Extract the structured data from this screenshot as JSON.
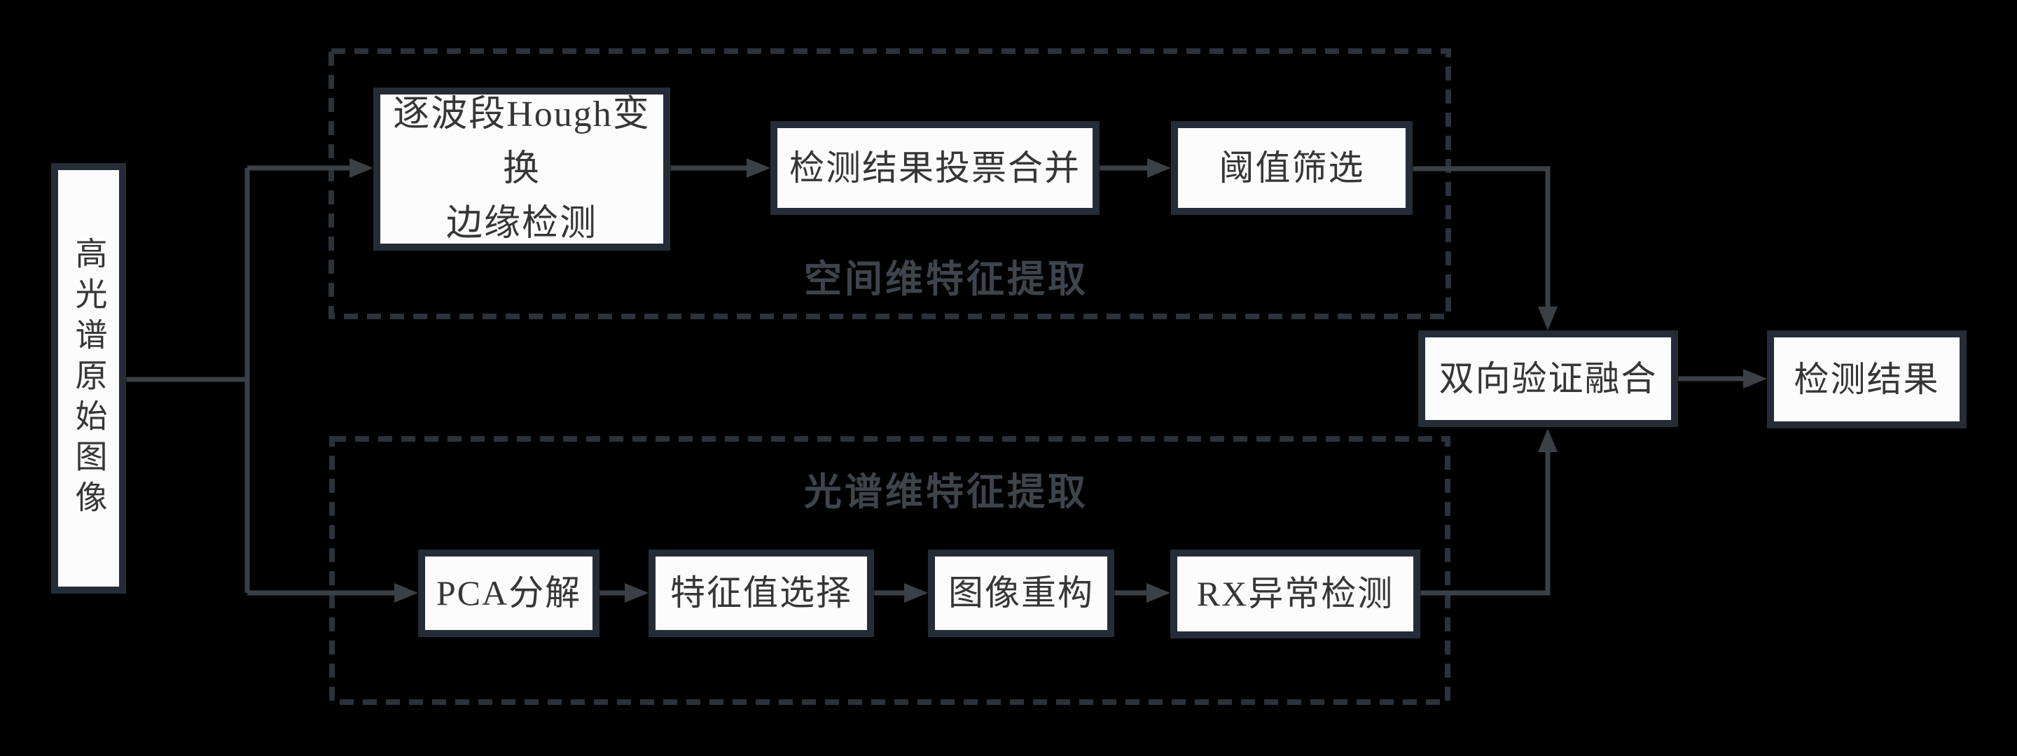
{
  "diagram": {
    "source": {
      "label": "高光谱原始图像"
    },
    "spatial_branch": {
      "title": "空间维特征提取",
      "steps": [
        {
          "lines": [
            "逐波段Hough变换",
            "边缘检测"
          ]
        },
        {
          "label": "检测结果投票合并"
        },
        {
          "label": "阈值筛选"
        }
      ]
    },
    "spectral_branch": {
      "title": "光谱维特征提取",
      "steps": [
        {
          "label": "PCA分解"
        },
        {
          "label": "特征值选择"
        },
        {
          "label": "图像重构"
        },
        {
          "label": "RX异常检测"
        }
      ]
    },
    "fusion": {
      "label": "双向验证融合"
    },
    "result": {
      "label": "检测结果"
    }
  },
  "colors": {
    "background": "#000000",
    "node_fill": "#fcfcfc",
    "node_border": "#242c37",
    "node_text": "#363636",
    "connector": "#3b4046",
    "container_dash": "#2b323c",
    "section_label": "#3e444c"
  }
}
